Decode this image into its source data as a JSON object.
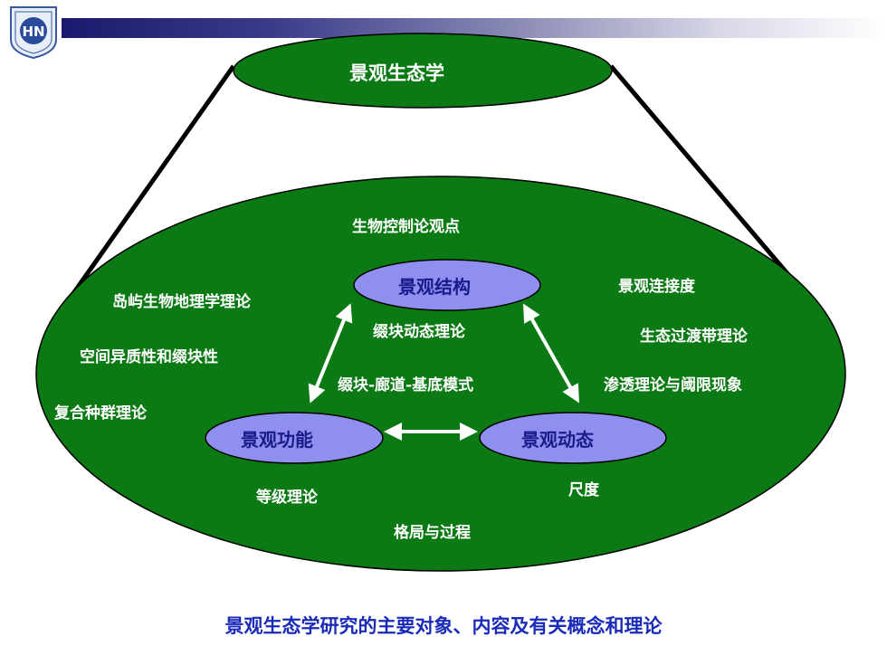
{
  "logo": {
    "text": "HN",
    "icon": "university-seal-icon"
  },
  "title": "景观生态学",
  "nodes": {
    "structure": "景观结构",
    "function": "景观功能",
    "dynamics": "景观动态"
  },
  "concepts": {
    "biocontrol": "生物控制论观点",
    "island": "岛屿生物地理学理论",
    "heterogeneity": "空间异质性和缀块性",
    "metapopulation": "复合种群理论",
    "patch_dynamics": "缀块动态理论",
    "patch_corridor": "缀块-廊道-基底模式",
    "connectivity": "景观连接度",
    "ecotone": "生态过渡带理论",
    "percolation": "渗透理论与阈限现象",
    "hierarchy": "等级理论",
    "scale": "尺度",
    "pattern_process": "格局与过程"
  },
  "caption": "景观生态学研究的主要对象、内容及有关概念和理论",
  "colors": {
    "ellipse_green": "#0c7a14",
    "node_fill": "#8f8ff0",
    "node_text": "#1a1a8a",
    "caption": "#1a2bb8"
  }
}
